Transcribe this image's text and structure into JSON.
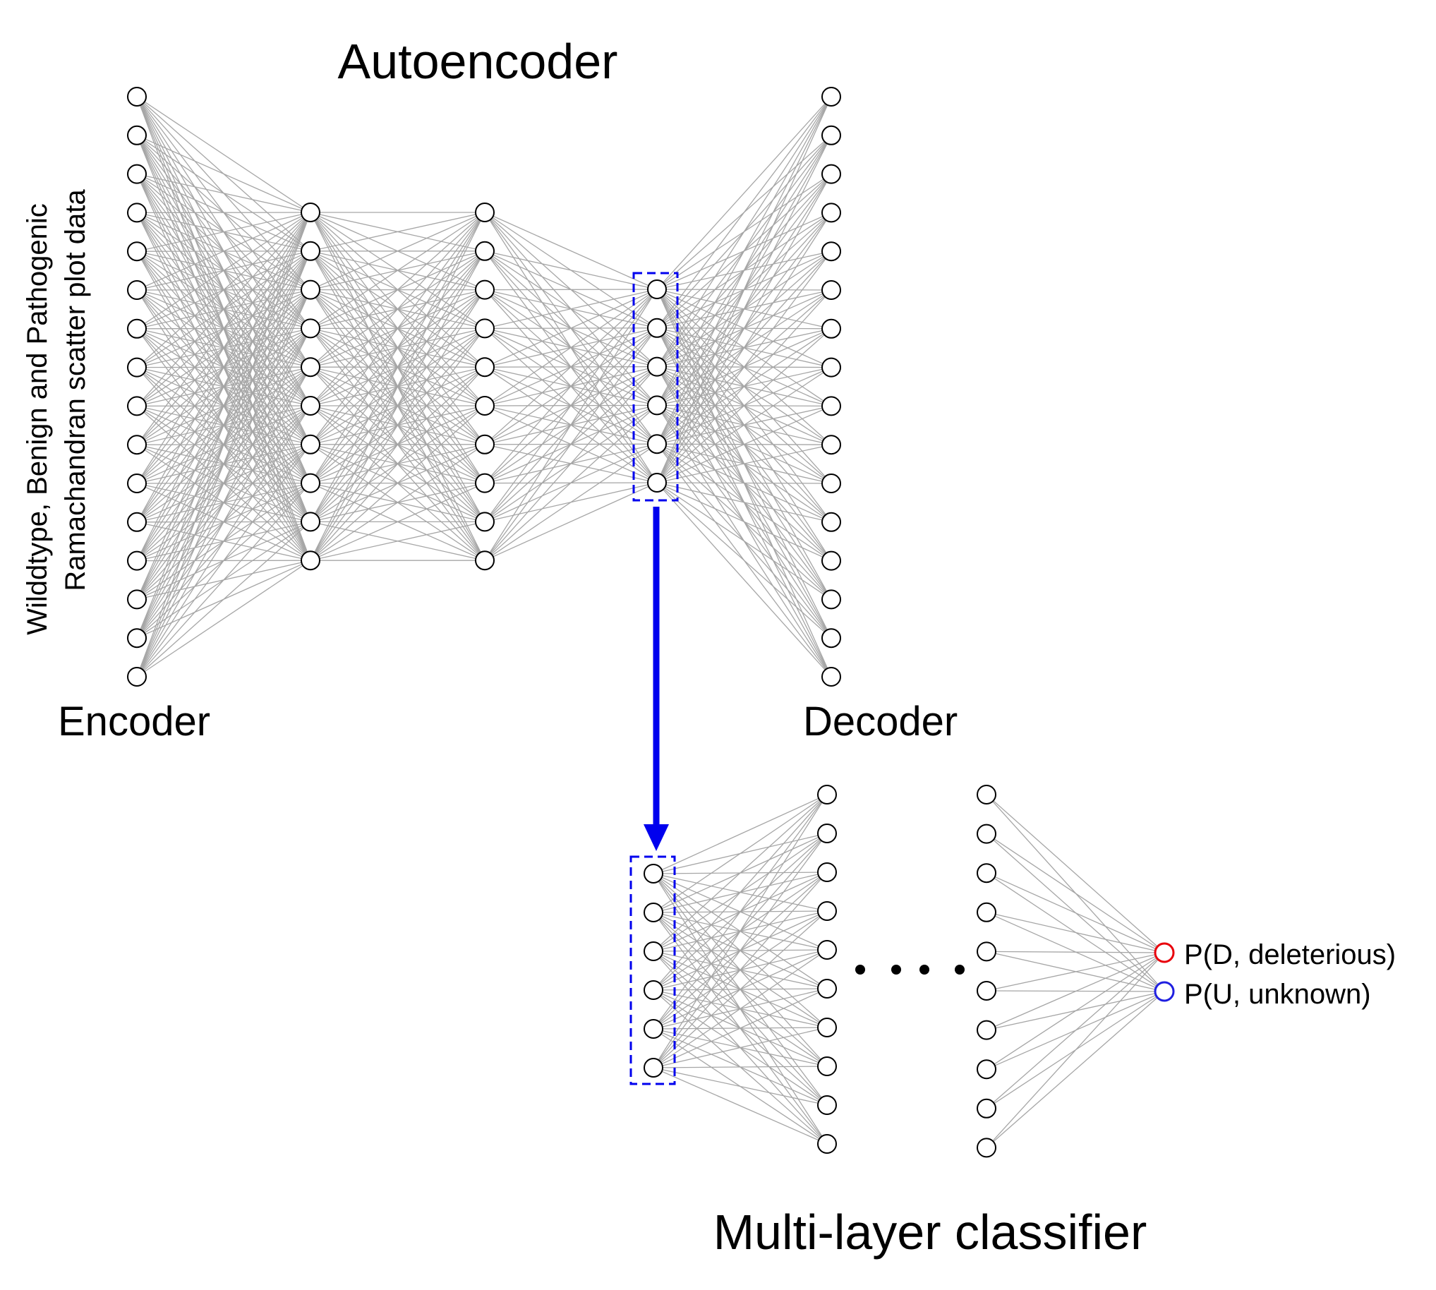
{
  "titles": {
    "autoencoder": "Autoencoder",
    "encoder": "Encoder",
    "decoder": "Decoder",
    "classifier": "Multi-layer classifier"
  },
  "input_label": {
    "line1": "Wilddtype, Benign and Pathogenic",
    "line2": "Ramachandran scatter plot data"
  },
  "outputs": [
    {
      "label": "P(D, deleterious)",
      "color": "#e8000b"
    },
    {
      "label": "P(U, unknown)",
      "color": "#1f1fe0"
    }
  ],
  "colors": {
    "node_stroke": "#000000",
    "edge": "#a6a6a6",
    "highlight": "#0000ee"
  },
  "autoencoder_layers": [
    {
      "name": "input",
      "nodes": 16
    },
    {
      "name": "hidden-1",
      "nodes": 10
    },
    {
      "name": "hidden-2",
      "nodes": 10
    },
    {
      "name": "bottleneck",
      "nodes": 6
    },
    {
      "name": "output",
      "nodes": 16
    }
  ],
  "classifier_layers": [
    {
      "name": "latent-input",
      "nodes": 6
    },
    {
      "name": "hidden-1",
      "nodes": 10
    },
    {
      "name": "hidden-last",
      "nodes": 10
    },
    {
      "name": "output",
      "nodes": 2
    }
  ],
  "ellipsis": "● ● ● ●"
}
